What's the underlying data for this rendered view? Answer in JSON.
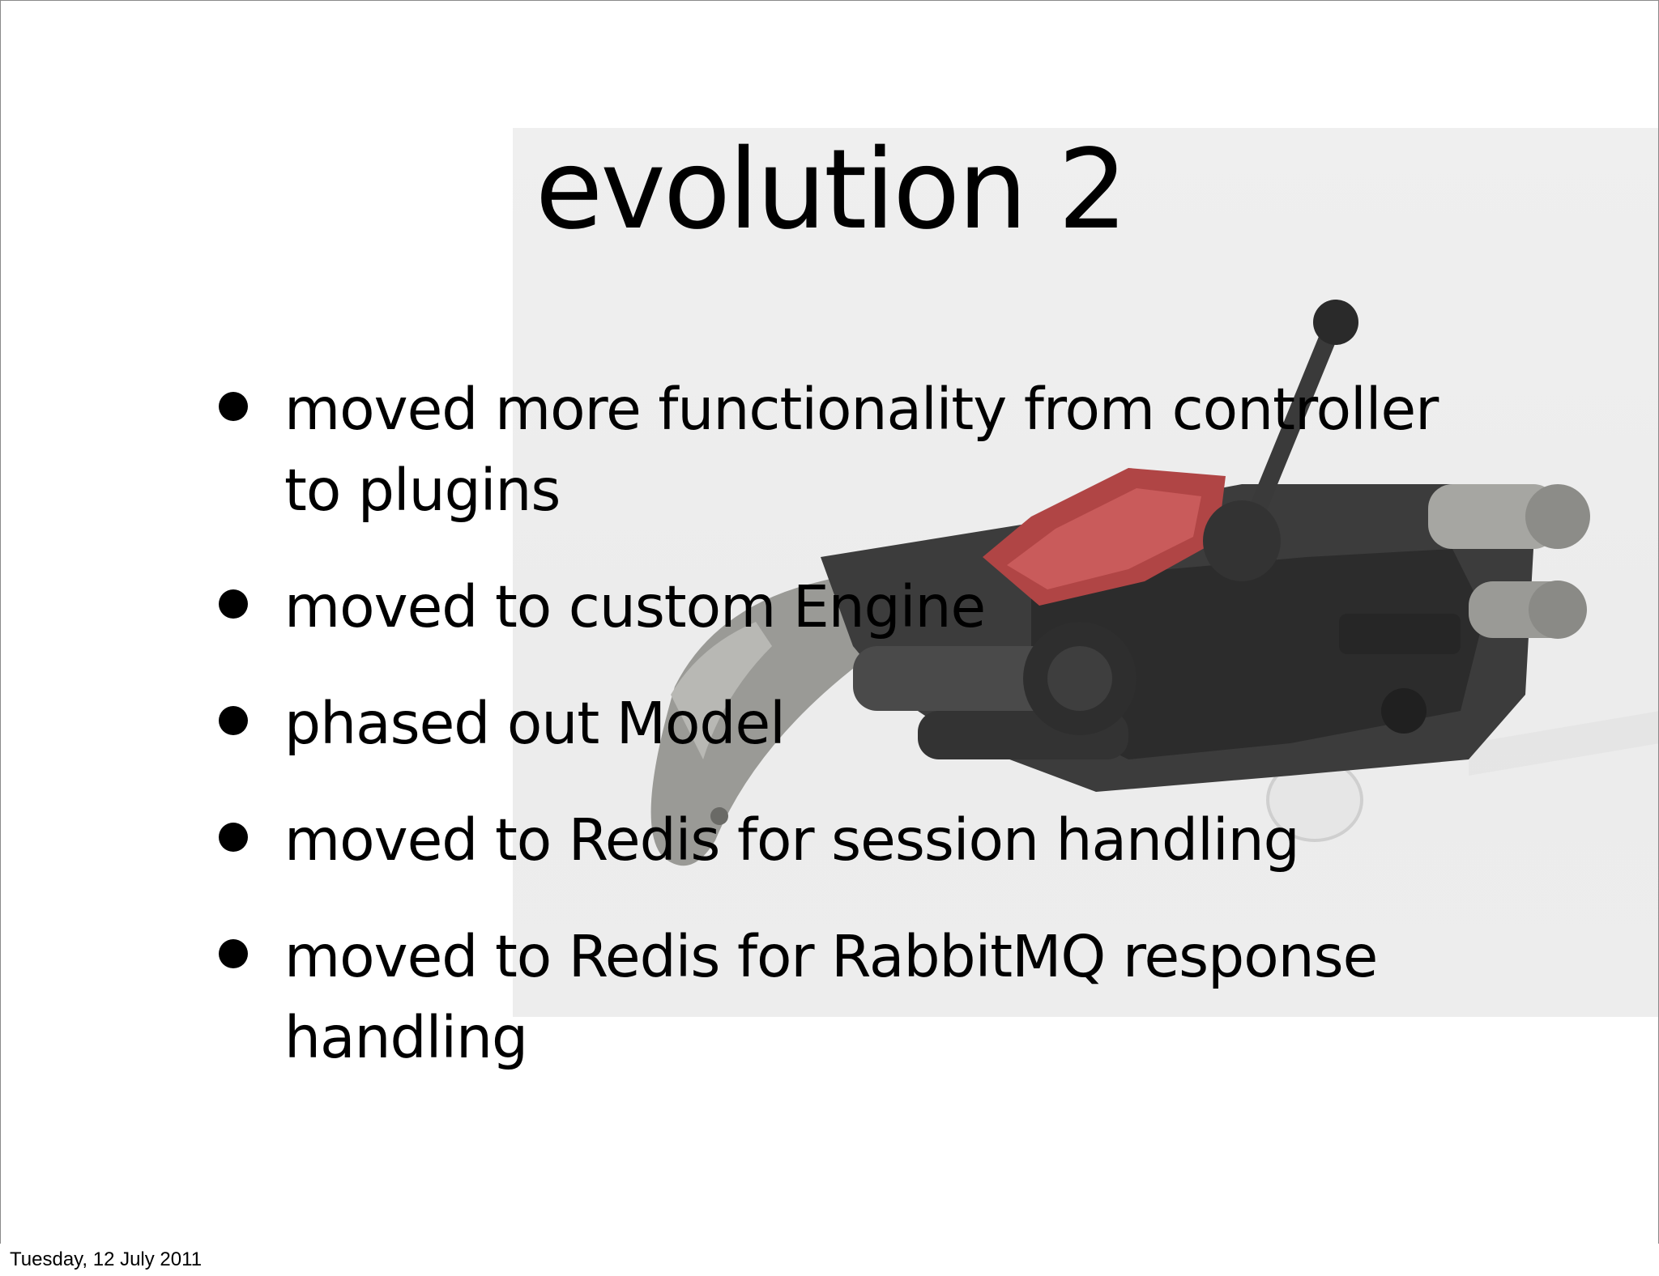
{
  "slide": {
    "title": "evolution 2",
    "bullets": [
      "moved more functionality from controller to plugins",
      "moved to custom Engine",
      "phased out Model",
      "moved to Redis for session handling",
      "moved to Redis for RabbitMQ response handling"
    ]
  },
  "footer": {
    "date": "Tuesday, 12 July 2011"
  },
  "colors": {
    "text": "#000000",
    "background": "#ffffff",
    "photo_overlay": "#ececec"
  }
}
